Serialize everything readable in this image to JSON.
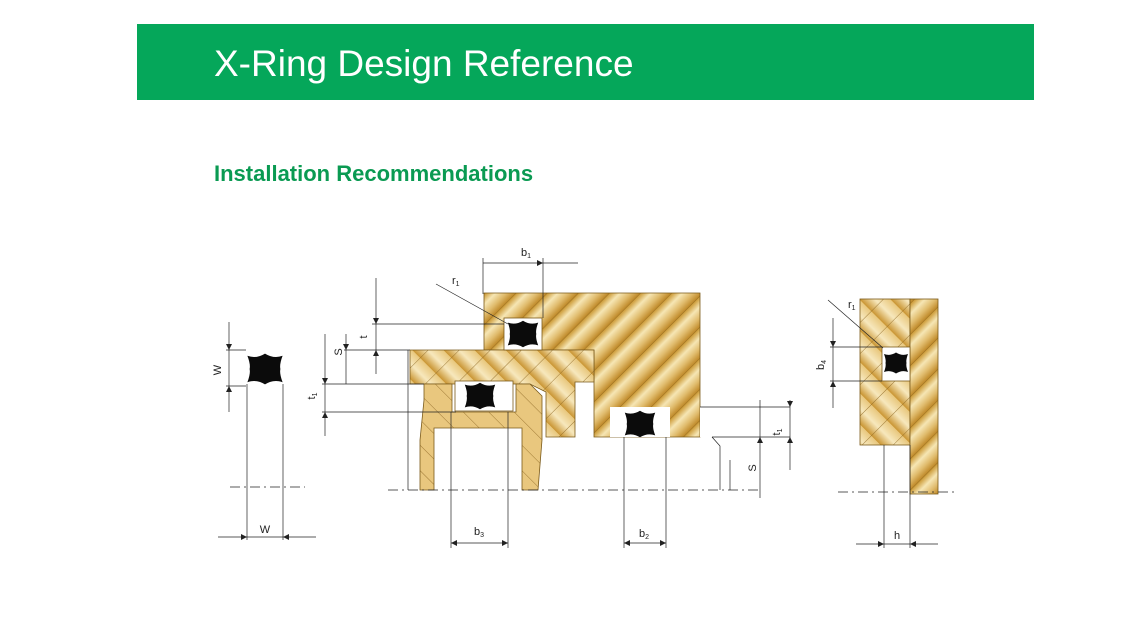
{
  "header": {
    "title": "X-Ring Design Reference",
    "accent_color": "#05a75a"
  },
  "section": {
    "heading": "Installation Recommendations",
    "heading_color": "#0a9a52"
  },
  "drawing": {
    "seal_color": "#0b0b0b",
    "housing_color": "#d9b162",
    "labels": {
      "w_vertical": "W",
      "w_horizontal": "W",
      "s_left": "S",
      "t_left": "t",
      "t1_left": "t",
      "t1_left_sub": "1",
      "r1_center": "r",
      "r1_center_sub": "1",
      "b1": "b",
      "b1_sub": "1",
      "b3": "b",
      "b3_sub": "3",
      "b2": "b",
      "b2_sub": "2",
      "t1_right": "t",
      "t1_right_sub": "1",
      "s_right": "S",
      "r1_right": "r",
      "r1_right_sub": "1",
      "b4": "b",
      "b4_sub": "4",
      "h": "h"
    }
  }
}
